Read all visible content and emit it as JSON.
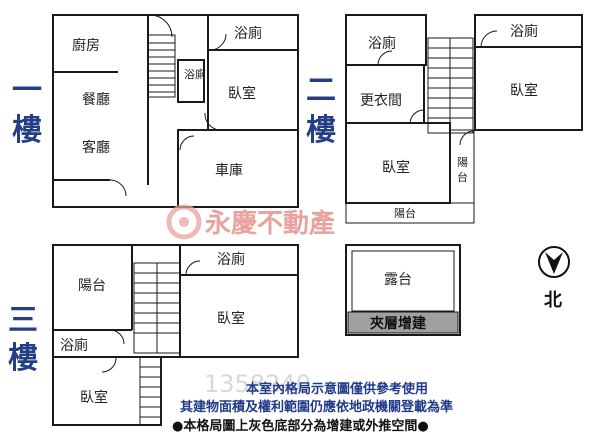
{
  "floors": [
    {
      "label": "一\n樓",
      "rooms": [
        "廚房",
        "餐廳",
        "客廳",
        "浴廁",
        "浴廁",
        "臥室",
        "車庫"
      ]
    },
    {
      "label": "二\n樓",
      "rooms": [
        "浴廁",
        "浴廁",
        "臥室",
        "更衣間",
        "臥室",
        "陽台",
        "陽台"
      ]
    },
    {
      "label": "三\n樓",
      "rooms": [
        "陽台",
        "浴廁",
        "臥室",
        "浴廁",
        "臥室"
      ]
    }
  ],
  "terrace": {
    "label": "露台",
    "loft_label": "夾層增建"
  },
  "north": {
    "label": "北"
  },
  "watermark": {
    "brand": "永慶不動產",
    "number": "1358240"
  },
  "notes": [
    "本室內格局示意圖僅供參考使用",
    "其建物面積及權利範圍仍應依地政機關登載為準",
    "●本格局圖上灰色底部分為增建或外推空間●"
  ],
  "colors": {
    "label_blue": "#243f86",
    "wall": "#1a1a1a",
    "loft_gray": "#a0a0a0",
    "watermark": "#e8a3a0"
  }
}
